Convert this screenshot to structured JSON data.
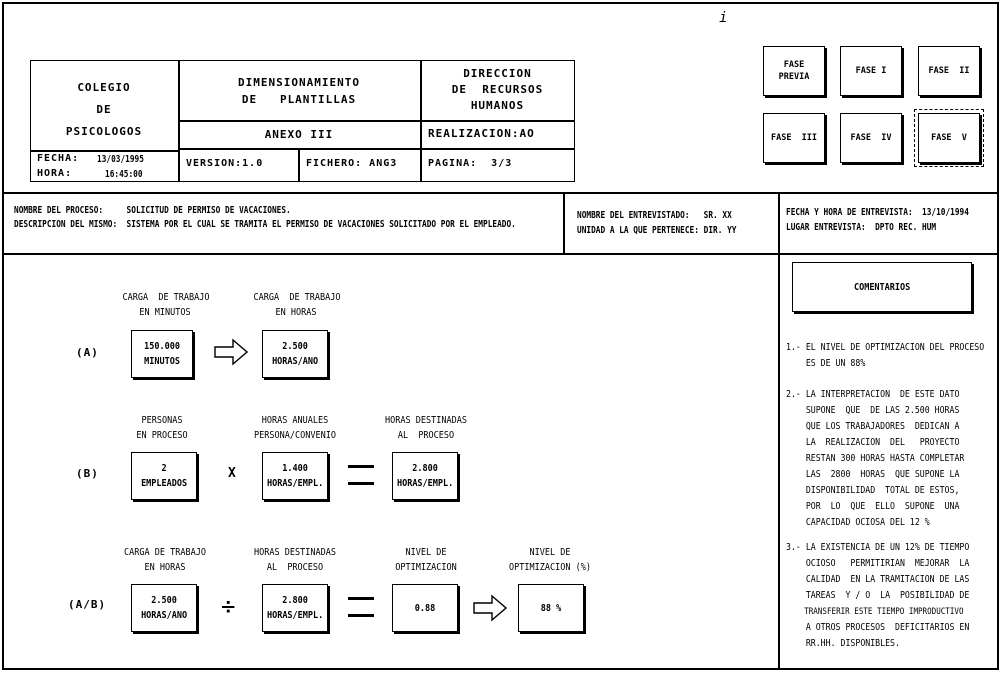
{
  "header": {
    "org": [
      "COLEGIO",
      "DE",
      "PSICOLOGOS"
    ],
    "title": [
      "DIMENSIONAMIENTO",
      "DE   PLANTILLAS"
    ],
    "dept": [
      "DIRECCION",
      "DE  RECURSOS",
      "HUMANOS"
    ],
    "annex": "ANEXO III",
    "realizacion": "REALIZACION:AO",
    "fecha_label": "FECHA:",
    "fecha": "13/03/1995",
    "hora_label": "HORA:",
    "hora": "16:45:00",
    "version": "VERSION:1.0",
    "fichero": "FICHERO: ANG3",
    "pagina": "PAGINA:  3/3"
  },
  "phases": [
    {
      "label": "FASE\nPREVIA"
    },
    {
      "label": "FASE I"
    },
    {
      "label": "FASE  II"
    },
    {
      "label": "FASE  III"
    },
    {
      "label": "FASE  IV"
    },
    {
      "label": "FASE  V"
    }
  ],
  "info": {
    "proceso": "NOMBRE DEL PROCESO:     SOLICITUD DE PERMISO DE VACACIONES.",
    "descripcion": "DESCRIPCION DEL MISMO:  SISTEMA POR EL CUAL SE TRAMITA EL PERMISO DE VACACIONES SOLICITADO POR EL EMPLEADO.",
    "entrevistado": "NOMBRE DEL ENTREVISTADO:   SR. XX",
    "unidad": "UNIDAD A LA QUE PERTENECE: DIR. YY",
    "fecha_entrevista": "FECHA Y HORA DE ENTREVISTA:  13/10/1994",
    "lugar": "LUGAR ENTREVISTA:  DPTO REC. HUM"
  },
  "calc": {
    "a": {
      "row": "(A)",
      "lbl1": [
        "CARGA  DE TRABAJO",
        "EN MINUTOS"
      ],
      "box1": [
        "150.000",
        "MINUTOS"
      ],
      "lbl2": [
        "CARGA  DE TRABAJO",
        "EN HORAS"
      ],
      "box2": [
        "2.500",
        "HORAS/ANO"
      ]
    },
    "b": {
      "row": "(B)",
      "lbl1": [
        "PERSONAS",
        "EN PROCESO"
      ],
      "box1": [
        "2",
        "EMPLEADOS"
      ],
      "op": "X",
      "lbl2": [
        "HORAS ANUALES",
        "PERSONA/CONVENIO"
      ],
      "box2": [
        "1.400",
        "HORAS/EMPL."
      ],
      "lbl3": [
        "HORAS DESTINADAS",
        "AL  PROCESO"
      ],
      "box3": [
        "2.800",
        "HORAS/EMPL."
      ]
    },
    "ab": {
      "row": "(A/B)",
      "lbl1": [
        "CARGA DE TRABAJO",
        "EN HORAS"
      ],
      "box1": [
        "2.500",
        "HORAS/ANO"
      ],
      "op": "÷",
      "lbl2": [
        "HORAS DESTINADAS",
        "AL  PROCESO"
      ],
      "box2": [
        "2.800",
        "HORAS/EMPL."
      ],
      "lbl3": [
        "NIVEL DE",
        "OPTIMIZACION"
      ],
      "box3": "0.88",
      "lbl4": [
        "NIVEL DE",
        "OPTIMIZACION (%)"
      ],
      "box4": "88 %"
    }
  },
  "comments": {
    "title": "COMENTARIOS",
    "c1": [
      "1.- EL NIVEL DE OPTIMIZACION DEL PROCESO",
      "    ES DE UN 88%"
    ],
    "c2": [
      "2.- LA INTERPRETACION  DE ESTE DATO",
      "    SUPONE  QUE  DE LAS 2.500 HORAS",
      "    QUE LOS TRABAJADORES  DEDICAN A",
      "    LA  REALIZACION  DEL   PROYECTO",
      "    RESTAN 300 HORAS HASTA COMPLETAR",
      "    LAS  2800  HORAS  QUE SUPONE LA",
      "    DISPONIBILIDAD  TOTAL DE ESTOS,",
      "    POR  LO  QUE  ELLO  SUPONE  UNA",
      "    CAPACIDAD OCIOSA DEL 12 %"
    ],
    "c3": [
      "3.- LA EXISTENCIA DE UN 12% DE TIEMPO",
      "    OCIOSO   PERMITIRIAN  MEJORAR  LA",
      "    CALIDAD  EN LA TRAMITACION DE LAS",
      "    TAREAS  Y / O  LA  POSIBILIDAD DE",
      "    TRANSFERIR ESTE TIEMPO IMPRODUCTIVO",
      "    A OTROS PROCESOS  DEFICITARIOS EN",
      "    RR.HH. DISPONIBLES."
    ]
  }
}
